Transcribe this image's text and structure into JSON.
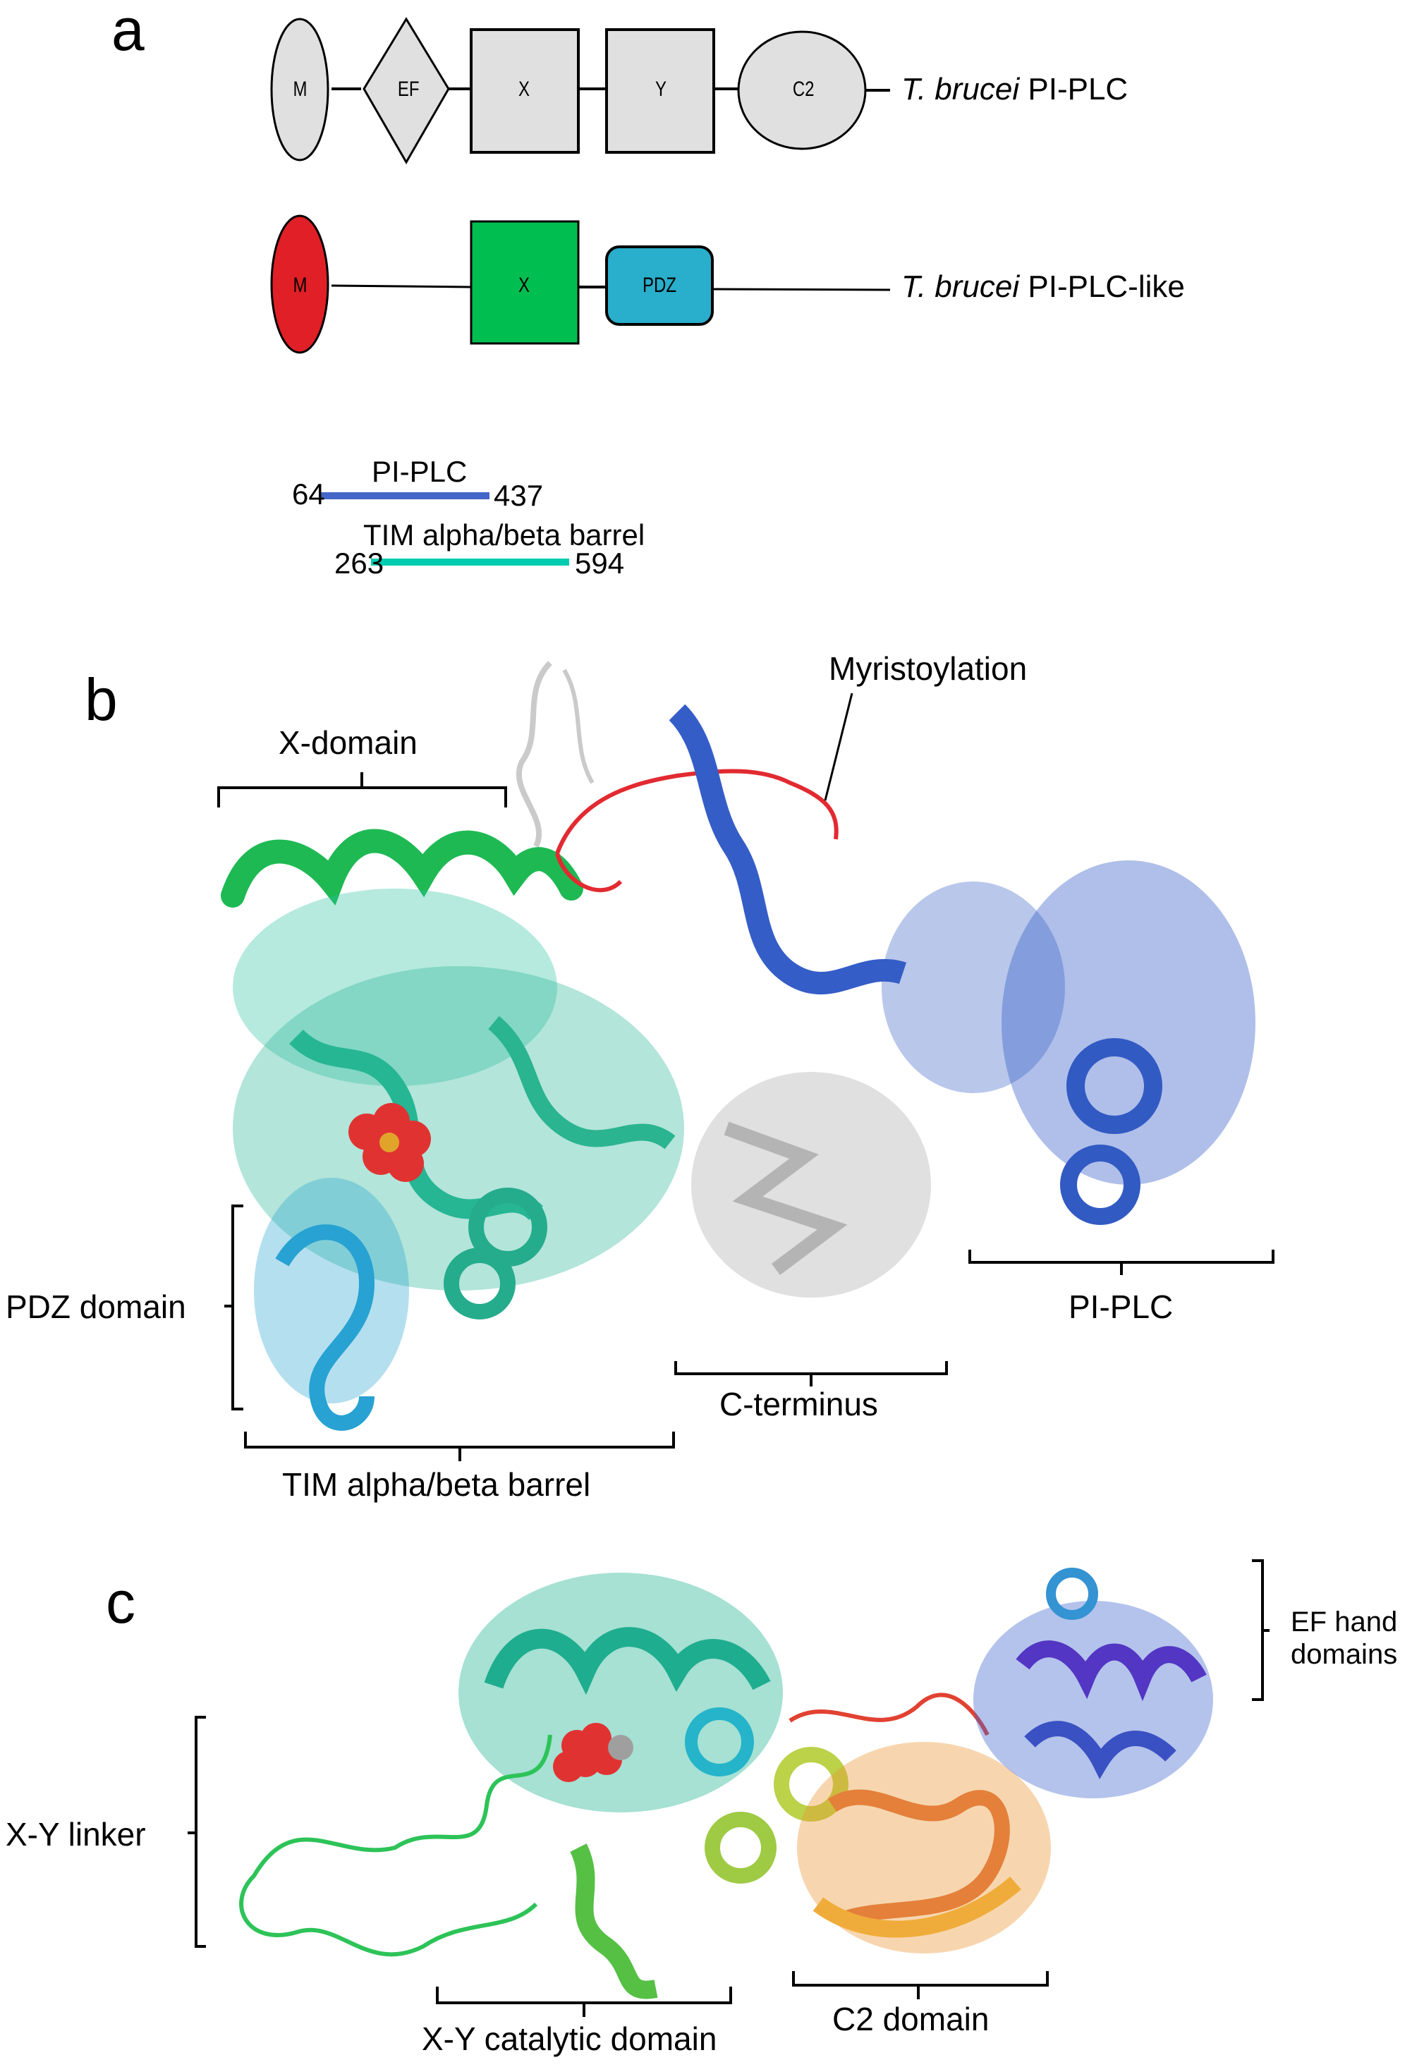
{
  "panels": {
    "a": {
      "letter": "a",
      "row1": {
        "species": "T. brucei",
        "protein": " PI-PLC",
        "domains": [
          {
            "label": "M",
            "shape": "ellipse",
            "color": "#e0e0e0"
          },
          {
            "label": "EF",
            "shape": "diamond",
            "color": "#e0e0e0"
          },
          {
            "label": "X",
            "shape": "rect",
            "color": "#e0e0e0"
          },
          {
            "label": "Y",
            "shape": "rect",
            "color": "#e0e0e0"
          },
          {
            "label": "C2",
            "shape": "circle",
            "color": "#e0e0e0"
          }
        ]
      },
      "row2": {
        "species": "T. brucei",
        "protein": " PI-PLC-like",
        "domains": [
          {
            "label": "M",
            "shape": "ellipse",
            "color": "#e11f26"
          },
          {
            "label": "X",
            "shape": "rect",
            "color": "#00bf50"
          },
          {
            "label": "PDZ",
            "shape": "rounded-rect",
            "color": "#29aecb"
          }
        ]
      },
      "ranges": [
        {
          "label": "PI-PLC",
          "start": "64",
          "end": "437",
          "color": "#4466c8"
        },
        {
          "label": "TIM alpha/beta barrel",
          "start": "263",
          "end": "594",
          "color": "#00ccb0"
        }
      ]
    },
    "b": {
      "letter": "b",
      "labels": {
        "x_domain": "X-domain",
        "myristoylation": "Myristoylation",
        "pdz_domain": "PDZ domain",
        "pi_plc": "PI-PLC",
        "c_terminus": "C-terminus",
        "tim_barrel": "TIM alpha/beta barrel"
      }
    },
    "c": {
      "letter": "c",
      "labels": {
        "ef_hand_1": "EF hand",
        "ef_hand_2": "domains",
        "xy_linker": "X-Y linker",
        "xy_catalytic": "X-Y catalytic domain",
        "c2_domain": "C2 domain"
      }
    }
  },
  "colors": {
    "grey_domain": "#e0e0e0",
    "myristoylation_red": "#e11f26",
    "x_green": "#00bf50",
    "pdz_cyan": "#29aecb",
    "pi_plc_blue": "#3355c0",
    "tim_teal": "#19b394",
    "c_term_grey": "#c0c0c0"
  }
}
